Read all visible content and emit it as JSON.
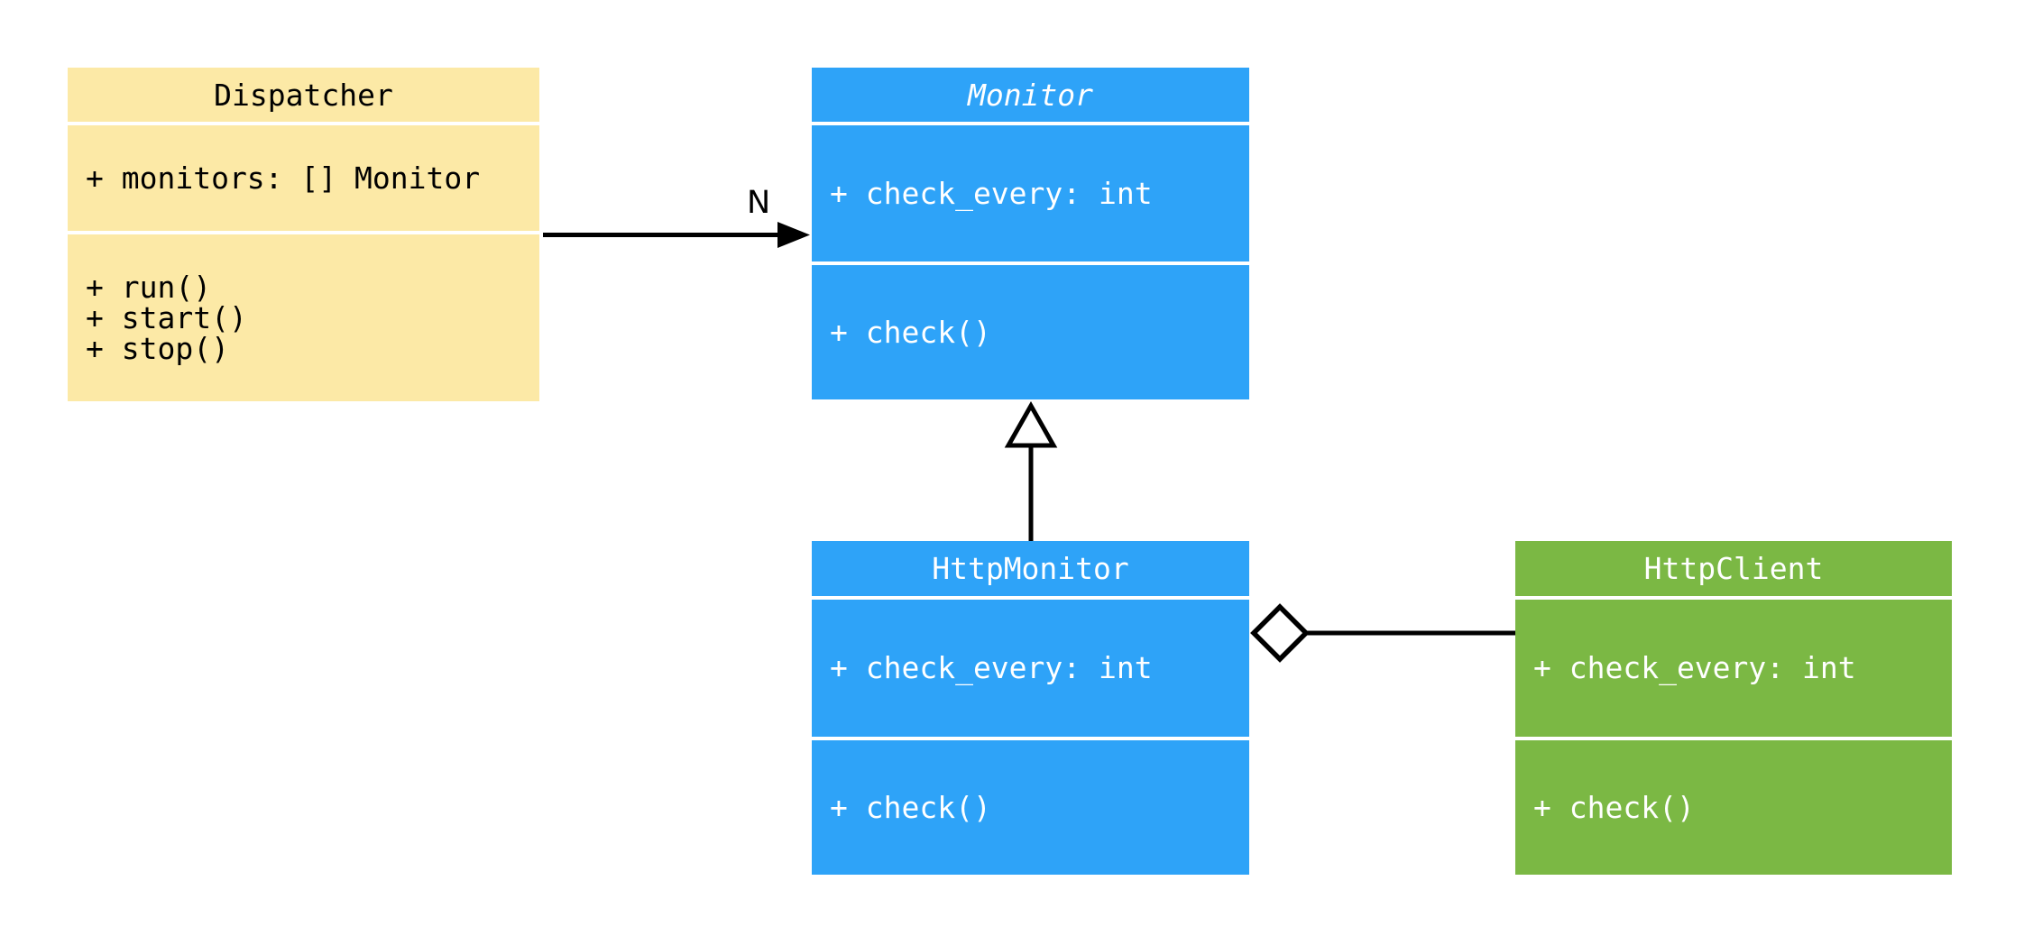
{
  "diagram": {
    "kind": "uml-class-diagram",
    "background": "#FFFFFF"
  },
  "colors": {
    "class_yellow": "#FCE9A6",
    "class_blue": "#2EA3F8",
    "class_green": "#7BB844",
    "text_on_light": "#000000",
    "text_on_dark": "#FFFFFF",
    "connector": "#000000"
  },
  "classes": [
    {
      "name": "Dispatcher",
      "abstract": false,
      "fill": "#FCE9A6",
      "text_color": "#000000",
      "attributes": [
        "+ monitors: [] Monitor"
      ],
      "methods": [
        "+ run()",
        "+ start()",
        "+ stop()"
      ]
    },
    {
      "name": "Monitor",
      "abstract": true,
      "fill": "#2EA3F8",
      "text_color": "#FFFFFF",
      "attributes": [
        "+ check_every: int"
      ],
      "methods": [
        "+ check()"
      ]
    },
    {
      "name": "HttpMonitor",
      "abstract": false,
      "fill": "#2EA3F8",
      "text_color": "#FFFFFF",
      "attributes": [
        "+ check_every: int"
      ],
      "methods": [
        "+ check()"
      ]
    },
    {
      "name": "HttpClient",
      "abstract": false,
      "fill": "#7BB844",
      "text_color": "#FFFFFF",
      "attributes": [
        "+ check_every: int"
      ],
      "methods": [
        "+ check()"
      ]
    }
  ],
  "relationships": [
    {
      "type": "association",
      "from": "Dispatcher",
      "to": "Monitor",
      "label": "N",
      "marker": "filled-arrowhead"
    },
    {
      "type": "generalization",
      "from": "HttpMonitor",
      "to": "Monitor",
      "label": "",
      "marker": "hollow-triangle"
    },
    {
      "type": "aggregation",
      "from": "HttpMonitor",
      "to": "HttpClient",
      "label": "",
      "marker": "hollow-diamond"
    }
  ]
}
